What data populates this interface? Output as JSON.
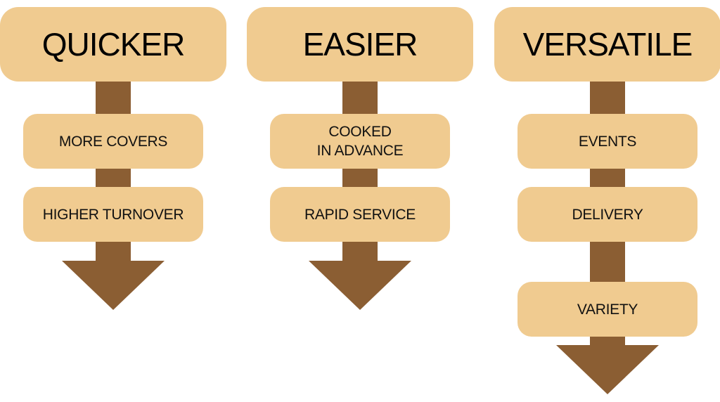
{
  "colors": {
    "box_fill": "#f0cb90",
    "arrow": "#8b5e33",
    "text": "#000000"
  },
  "columns": [
    {
      "title": "QUICKER",
      "items": [
        "MORE COVERS",
        "HIGHER TURNOVER"
      ]
    },
    {
      "title": "EASIER",
      "items": [
        "COOKED\nIN ADVANCE",
        "RAPID SERVICE"
      ]
    },
    {
      "title": "VERSATILE",
      "items": [
        "EVENTS",
        "DELIVERY",
        "VARIETY"
      ]
    }
  ]
}
